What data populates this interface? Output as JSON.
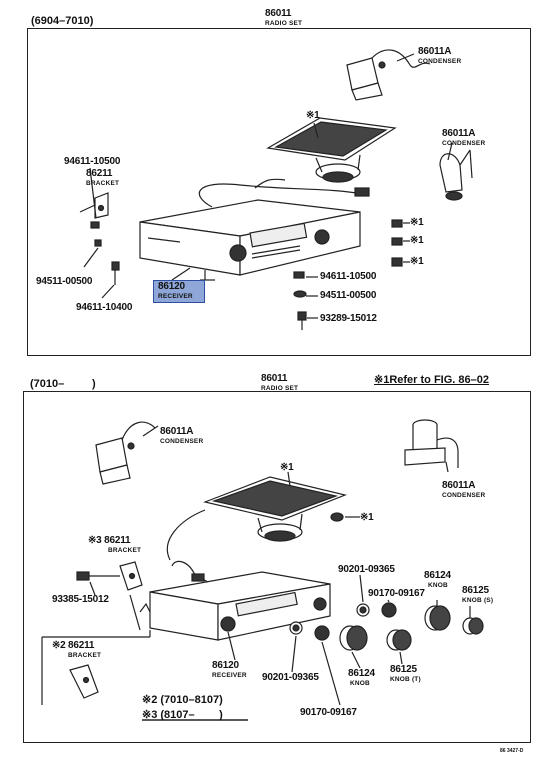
{
  "top": {
    "period": "(6904–7010)",
    "radio_set_num": "86011",
    "radio_set_name": "RADIO SET",
    "condenser1_num": "86011A",
    "condenser1_name": "CONDENSER",
    "speaker_mark": "※1",
    "condenser2_num": "86011A",
    "condenser2_name": "CONDENSER",
    "screw_top": "94611-10500",
    "bracket_num": "86211",
    "bracket_name": "BRACKET",
    "mark_a": "※1",
    "mark_b": "※1",
    "mark_c": "※1",
    "receiver_num": "86120",
    "receiver_name": "RECEIVER",
    "nut_left": "94511-00500",
    "bolt_left": "94611-10400",
    "screw_right": "94611-10500",
    "nut_right": "94511-00500",
    "bolt_right": "93289-15012"
  },
  "bottom": {
    "period_start": "(7010–",
    "period_end": ")",
    "radio_set_num": "86011",
    "radio_set_name": "RADIO SET",
    "refer": "※1Refer to FIG. 86–02",
    "condenser1_num": "86011A",
    "condenser1_name": "CONDENSER",
    "condenser2_num": "86011A",
    "condenser2_name": "CONDENSER",
    "speaker_mark": "※1",
    "mark_right": "※1",
    "bracket3_num": "※3 86211",
    "bracket3_name": "BRACKET",
    "screw": "93385-15012",
    "bracket2_num": "86211",
    "bracket2_mark": "※2",
    "bracket2_name": "BRACKET",
    "washer_top": "90201-09365",
    "nut_top": "90170-09167",
    "knob1_num": "86124",
    "knob1_name": "KNOB",
    "knob2_num": "86125",
    "knob2_name": "KNOB (S)",
    "receiver_num": "86120",
    "receiver_name": "RECEIVER",
    "washer_bottom": "90201-09365",
    "knob3_num": "86124",
    "knob3_name": "KNOB",
    "knob4_num": "86125",
    "knob4_name": "KNOB (T)",
    "nut_bottom": "90170-09167",
    "note2": "※2 (7010–8107)",
    "note3": "※3 (8107–        )"
  },
  "footer_code": "86 3427-D"
}
